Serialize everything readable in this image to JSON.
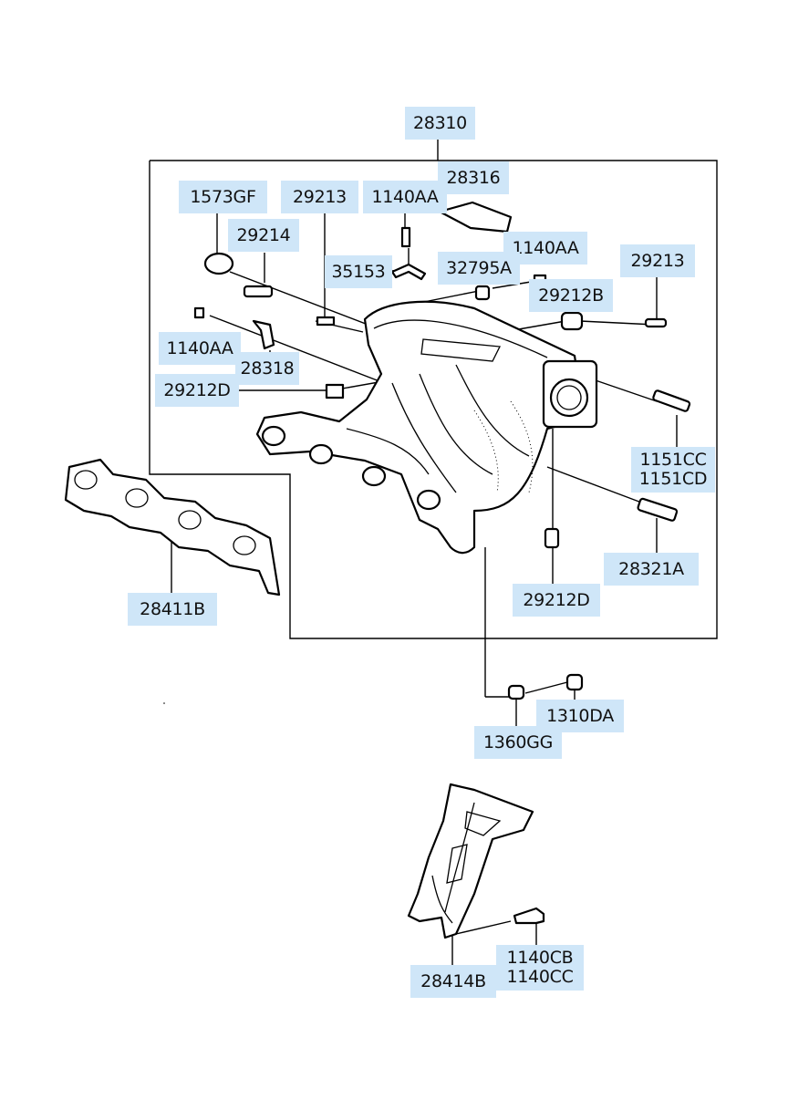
{
  "labels": {
    "p28310": "28310",
    "p28316": "28316",
    "p1573GF": "1573GF",
    "p29213a": "29213",
    "p1140AA_top": "1140AA",
    "p29214": "29214",
    "p1140AA_right": "1140AA",
    "p35153": "35153",
    "p32795A": "32795A",
    "p29213b": "29213",
    "p29212B": "29212B",
    "p1140AA_left": "1140AA",
    "p28318": "28318",
    "p29212D_left": "29212D",
    "p1151CC": "1151CC",
    "p1151CD": "1151CD",
    "p28321A": "28321A",
    "p29212D_bottom": "29212D",
    "p28411B": "28411B",
    "p1310DA": "1310DA",
    "p1360GG": "1360GG",
    "p1140CB": "1140CB",
    "p1140CC": "1140CC",
    "p28414B": "28414B"
  },
  "colors": {
    "label_background": "#cfe6f8",
    "line": "#000000"
  },
  "icons": {
    "manifold": "intake-manifold-drawing",
    "gasket": "manifold-gasket-drawing",
    "bracket": "manifold-bracket-drawing"
  }
}
